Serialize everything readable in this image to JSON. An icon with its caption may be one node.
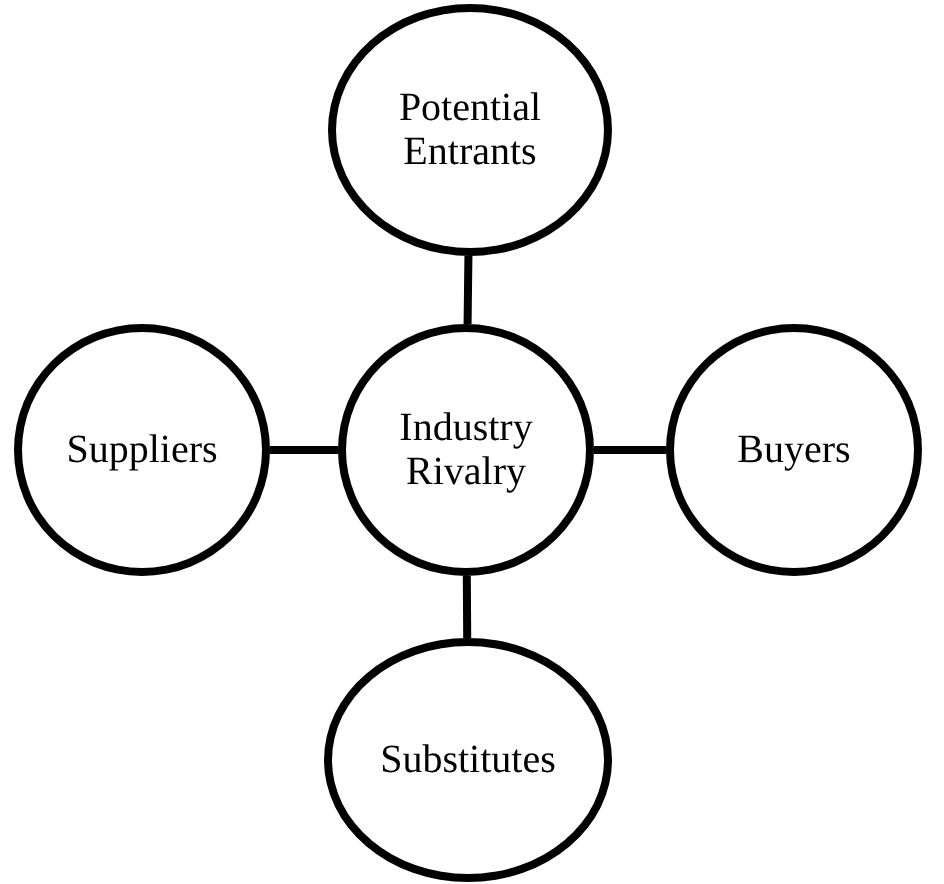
{
  "diagram": {
    "nodes": [
      {
        "text": [
          "Potential Entrants"
        ]
      },
      {
        "text": [
          "Suppliers"
        ]
      },
      {
        "text": [
          "Industry Rivalry"
        ]
      },
      {
        "text": [
          "Buyers"
        ]
      },
      {
        "text": [
          "Substitutes"
        ]
      }
    ],
    "edges": [
      {
        "from": 0,
        "to": 2,
        "arrow": "none"
      },
      {
        "from": 1,
        "to": 2,
        "arrow": "none"
      },
      {
        "from": 2,
        "to": 3,
        "arrow": "none"
      },
      {
        "from": 2,
        "to": 4,
        "arrow": "none"
      }
    ]
  }
}
